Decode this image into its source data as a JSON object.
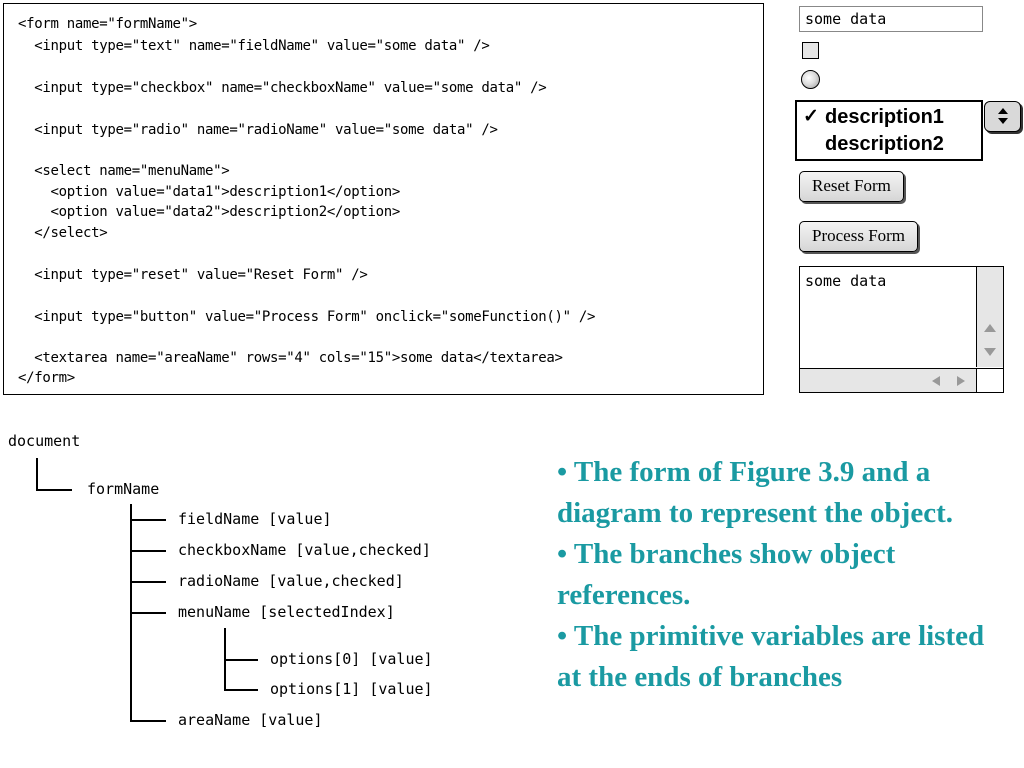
{
  "code": {
    "lines": [
      "<form name=\"formName\">",
      "  <input type=\"text\" name=\"fieldName\" value=\"some data\" />",
      "  <input type=\"checkbox\" name=\"checkboxName\" value=\"some data\" />",
      "  <input type=\"radio\" name=\"radioName\" value=\"some data\" />",
      "  <select name=\"menuName\">",
      "    <option value=\"data1\">description1</option>",
      "    <option value=\"data2\">description2</option>",
      "  </select>",
      "  <input type=\"reset\" value=\"Reset Form\" />",
      "  <input type=\"button\" value=\"Process Form\" onclick=\"someFunction()\" />",
      "  <textarea name=\"areaName\" rows=\"4\" cols=\"15\">some data</textarea>",
      "</form>"
    ]
  },
  "demo": {
    "text_value": "some data",
    "select_options": [
      "description1",
      "description2"
    ],
    "select_checked_glyph": "✓",
    "reset_label": "Reset Form",
    "process_label": "Process Form",
    "textarea_value": "some data"
  },
  "tree": {
    "root": "document",
    "form": "formName",
    "children": [
      "fieldName [value]",
      "checkboxName [value,checked]",
      "radioName [value,checked]",
      "menuName [selectedIndex]"
    ],
    "options": [
      "options[0] [value]",
      "options[1] [value]"
    ],
    "last": "areaName [value]"
  },
  "notes": [
    "• The form of Figure 3.9 and a diagram to represent the object.",
    "• The branches show object references.",
    "• The primitive variables are listed at the ends of branches"
  ],
  "colors": {
    "notes_text": "#1a9aa2"
  },
  "icons": {
    "select_arrows": "up-down-arrows-icon",
    "scroll_up": "arrow-up-icon",
    "scroll_down": "arrow-down-icon",
    "scroll_left": "arrow-left-icon",
    "scroll_right": "arrow-right-icon"
  }
}
